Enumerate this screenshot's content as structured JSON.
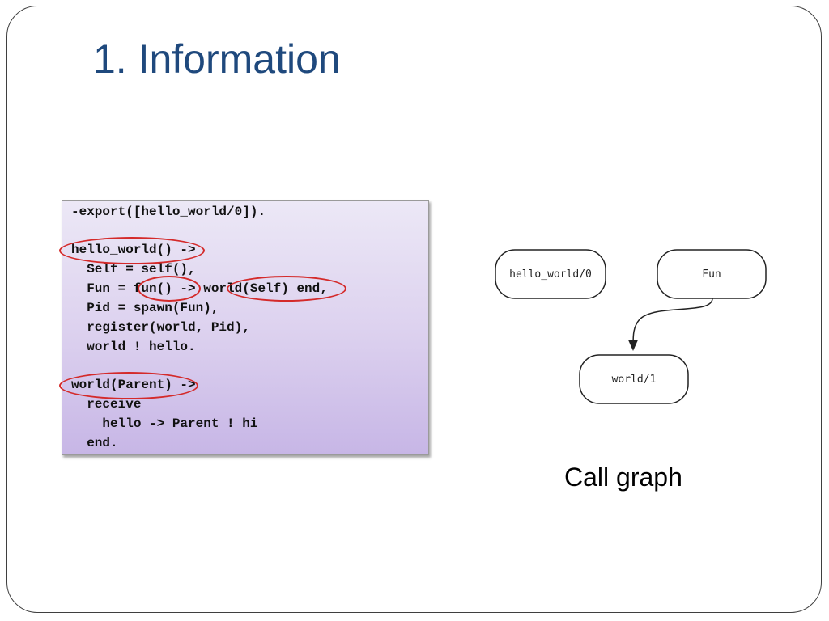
{
  "slide": {
    "title": "1. Information",
    "code": {
      "lines": [
        "-export([hello_world/0]).",
        "",
        "hello_world() ->",
        "  Self = self(),",
        "  Fun = fun() -> world(Self) end,",
        "  Pid = spawn(Fun),",
        "  register(world, Pid),",
        "  world ! hello.",
        "",
        "world(Parent) ->",
        "  receive",
        "    hello -> Parent ! hi",
        "  end."
      ],
      "highlight_color": "#d42a2a"
    },
    "call_graph": {
      "nodes": {
        "hello_world": "hello_world/0",
        "fun": "Fun",
        "world": "world/1"
      },
      "edges": [
        {
          "from": "Fun",
          "to": "world/1"
        }
      ]
    },
    "caption": "Call graph"
  }
}
